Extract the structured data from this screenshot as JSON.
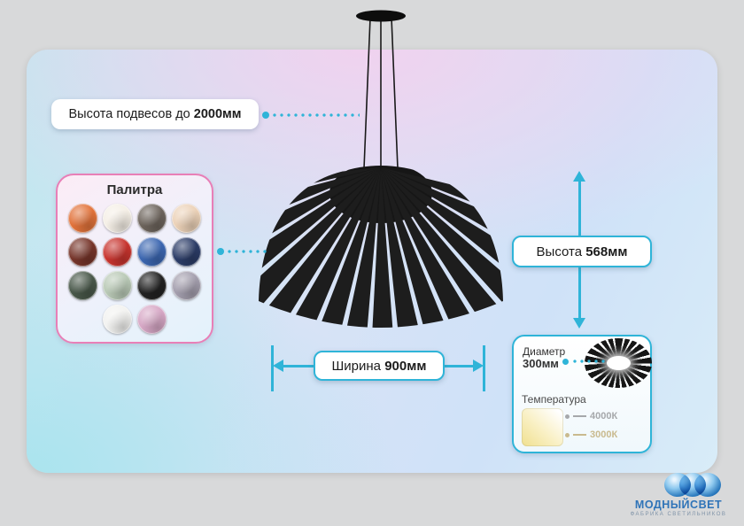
{
  "colors": {
    "accent": "#2fb4d8",
    "palette_border": "#e87fb7",
    "logo_blue": "#2f74b8"
  },
  "labels": {
    "suspension": {
      "text": "Высота подвесов до ",
      "value": "2000мм"
    },
    "height": {
      "text": "Высота ",
      "value": "568мм"
    },
    "width": {
      "text": "Ширина ",
      "value": "900мм"
    }
  },
  "palette": {
    "title": "Палитра",
    "colors": [
      "#e2733b",
      "#f5efe6",
      "#6e655d",
      "#ecd2b8",
      "#77352a",
      "#c8342e",
      "#3c67b1",
      "#2c3d68",
      "#49584a",
      "#b9c9b6",
      "#222222",
      "#a49fae",
      "#f2f2f0",
      "#d7a8c6"
    ]
  },
  "detail": {
    "diameter_label": "Диаметр",
    "diameter_value": "300мм",
    "temperature_title": "Температура",
    "temps": [
      {
        "label": "4000К",
        "color": "#a6a8ab"
      },
      {
        "label": "3000К",
        "color": "#c9ba8e"
      }
    ]
  },
  "logo": {
    "title": "МОДНЫЙСВЕТ",
    "subtitle": "ФАБРИКА СВЕТИЛЬНИКОВ"
  }
}
